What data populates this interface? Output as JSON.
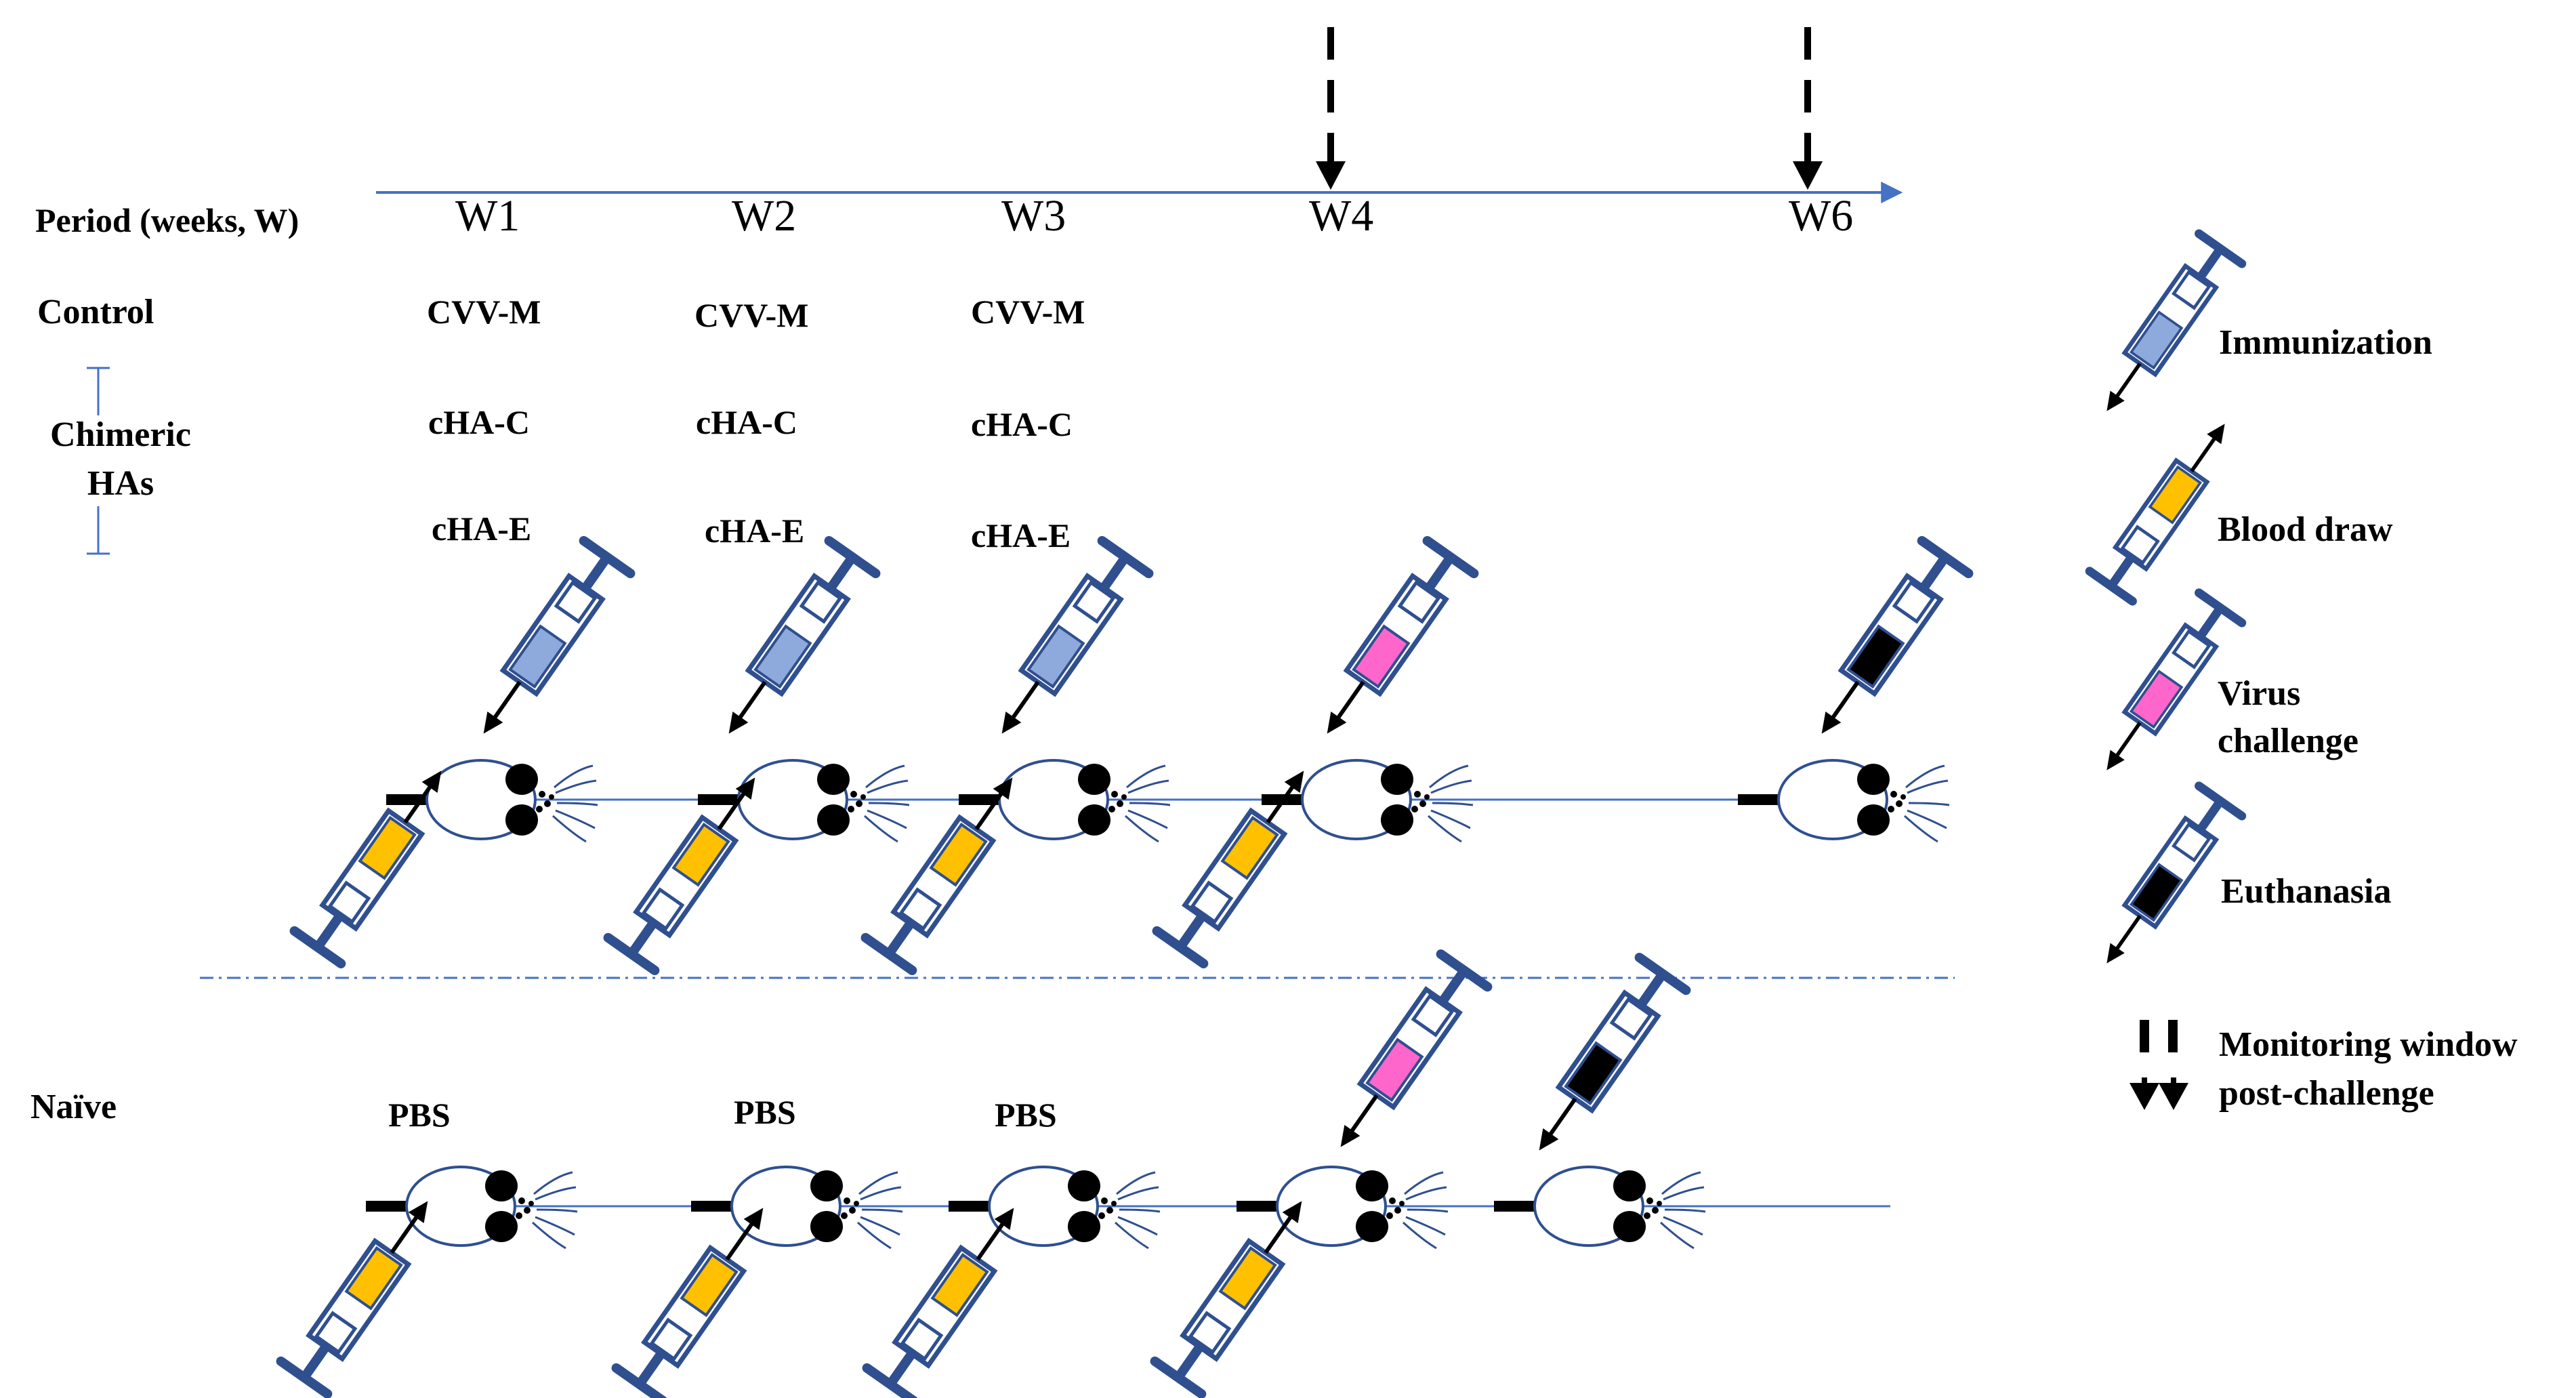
{
  "timeline": {
    "period_label": "Period (weeks, W)",
    "weeks": [
      "W1",
      "W2",
      "W3",
      "W4",
      "W6"
    ]
  },
  "groups": {
    "control_label": "Control",
    "chimeric_label_line1": "Chimeric",
    "chimeric_label_line2": "HAs",
    "naive_label": "Naïve"
  },
  "vaccines": {
    "w1": [
      "CVV-M",
      "cHA-C",
      "cHA-E"
    ],
    "w2": [
      "CVV-M",
      "cHA-C",
      "cHA-E"
    ],
    "w3": [
      "CVV-M",
      "cHA-C",
      "cHA-E"
    ]
  },
  "naive_treatments": [
    "PBS",
    "PBS",
    "PBS"
  ],
  "legend": {
    "immunization": "Immunization",
    "blood_draw": "Blood draw",
    "virus_line1": "Virus",
    "virus_line2": "challenge",
    "euthanasia": "Euthanasia",
    "monitoring_line1": "Monitoring window",
    "monitoring_line2": "post-challenge"
  },
  "colors": {
    "immunization": "#8ea9db",
    "blood_draw": "#ffc000",
    "virus_challenge": "#ff66cc",
    "euthanasia": "#000000",
    "timeline": "#4472c4"
  }
}
